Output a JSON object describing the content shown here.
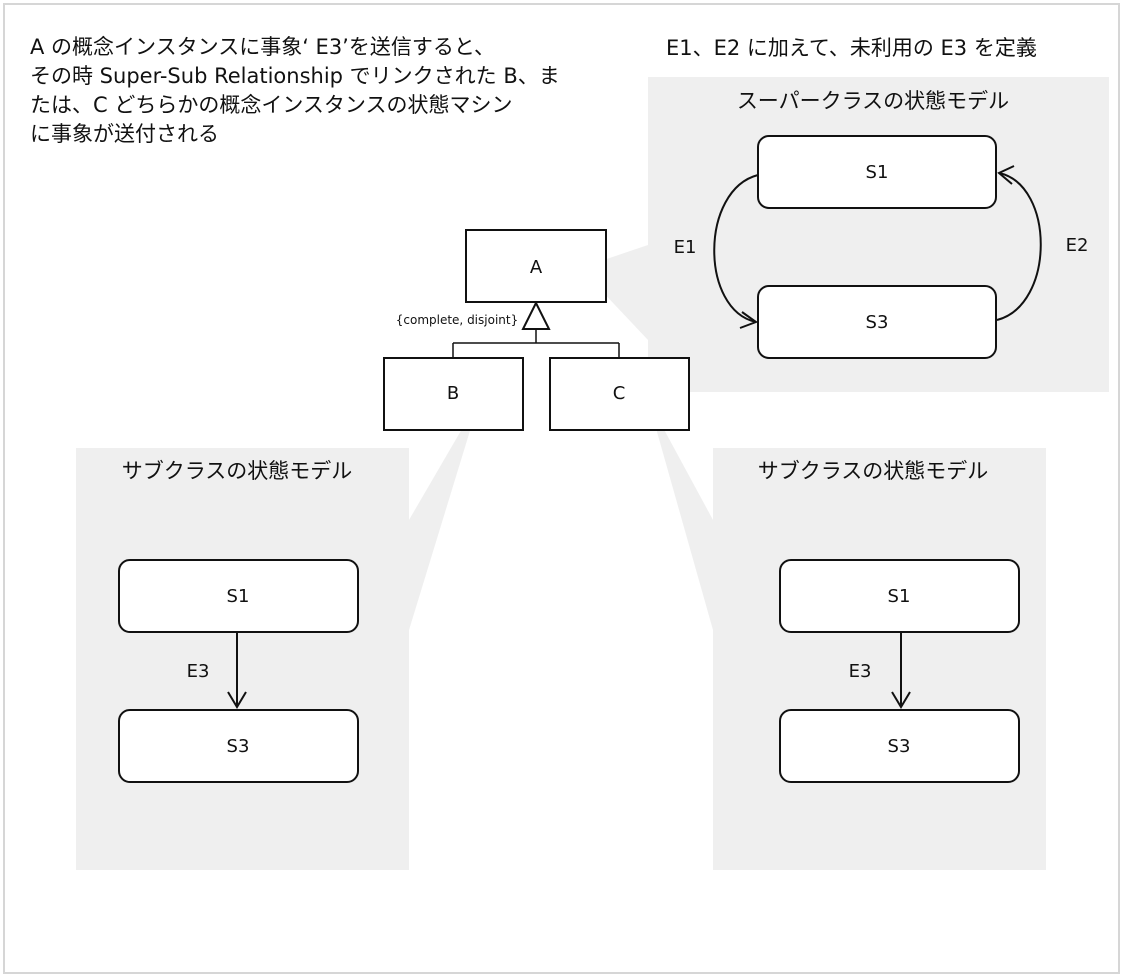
{
  "notes": {
    "left_lines": [
      "A の概念インスタンスに事象‘ E3’を送信すると、",
      "その時 Super-Sub Relationship でリンクされた  B、ま",
      "たは、C どちらかの概念インスタンスの状態マシン",
      "に事象が送付される"
    ],
    "right": "E1、E2 に加えて、未利用の  E3 を定義"
  },
  "classes": {
    "super": "A",
    "sub_b": "B",
    "sub_c": "C",
    "constraint": "{complete, disjoint}"
  },
  "panels": {
    "super": {
      "title": "スーパークラスの状態モデル",
      "state_top": "S1",
      "state_bottom": "S3",
      "event_left": "E1",
      "event_right": "E2"
    },
    "sub_b": {
      "title": "サブクラスの状態モデル",
      "state_top": "S1",
      "state_bottom": "S3",
      "event": "E3"
    },
    "sub_c": {
      "title": "サブクラスの状態モデル",
      "state_top": "S1",
      "state_bottom": "S3",
      "event": "E3"
    }
  },
  "colors": {
    "panel_fill": "#efefef",
    "stroke": "#111111",
    "frame": "#d6d6d6"
  }
}
